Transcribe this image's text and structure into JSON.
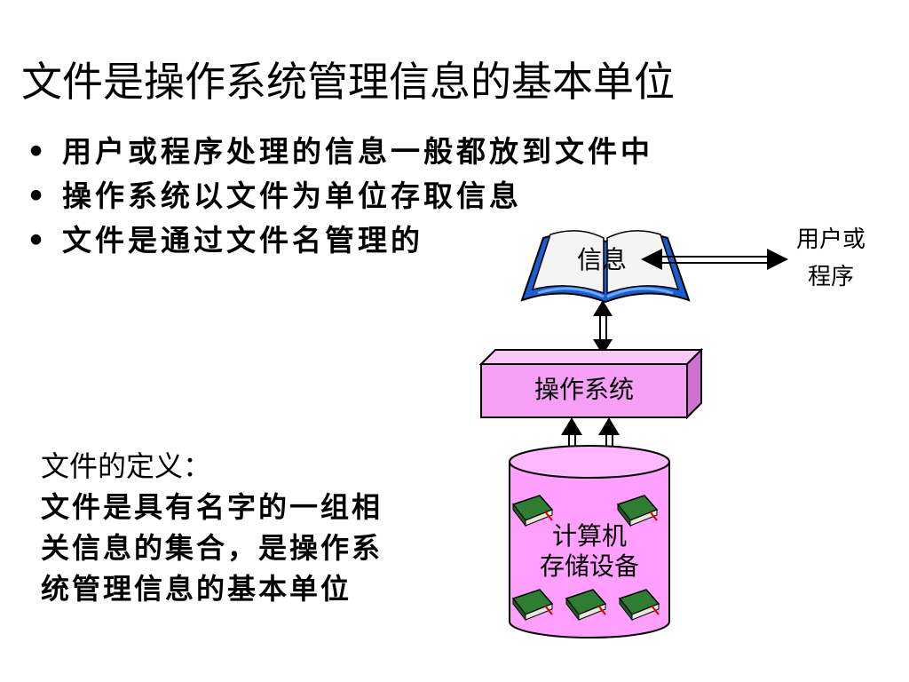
{
  "title": "文件是操作系统管理信息的基本单位",
  "bullets": [
    "用户或程序处理的信息一般都放到文件中",
    "操作系统以文件为单位存取信息",
    "文件是通过文件名管理的"
  ],
  "bullet_marker": "•",
  "diagram": {
    "book_label": "信息",
    "user_label_lines": [
      "用户或",
      "程序"
    ],
    "os_label": "操作系统",
    "storage_label_lines": [
      "计算机",
      "存储设备"
    ],
    "colors": {
      "os_box": "#f5a0f5",
      "cylinder": "#ffa0ff",
      "book_cover": "#0055cc",
      "file_book": "#2e7d32"
    }
  },
  "definition": {
    "heading": "文件的定义：",
    "lines": [
      "文件是具有名字的一组相",
      "关信息的集合，是操作系",
      "统管理信息的基本单位"
    ]
  }
}
